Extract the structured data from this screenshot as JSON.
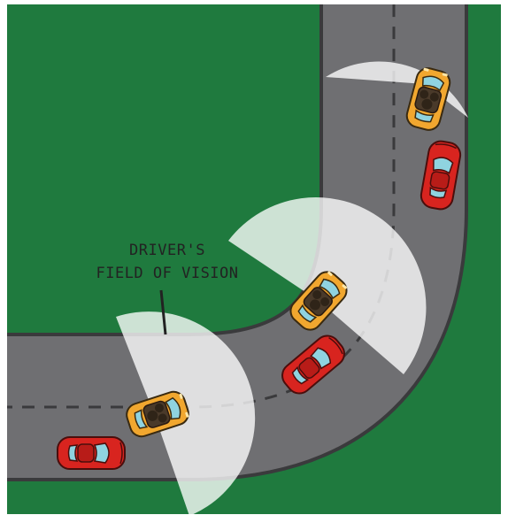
{
  "callout": {
    "line1": "DRIVER'S",
    "line2": "FIELD OF VISION"
  },
  "colors": {
    "grass": "#1f7a3e",
    "road": "#6f6f72",
    "road_edge": "#3a3a3c",
    "lane_line": "#3a3a3c",
    "vision_cone": "#ffffff",
    "yellow_car": "#f1a72f",
    "red_car": "#d8241f",
    "window": "#8fd3e0"
  },
  "cars": [
    {
      "name": "yellow-car-top",
      "color_key": "yellow_car"
    },
    {
      "name": "red-car-top",
      "color_key": "red_car"
    },
    {
      "name": "yellow-car-middle",
      "color_key": "yellow_car"
    },
    {
      "name": "red-car-middle",
      "color_key": "red_car"
    },
    {
      "name": "yellow-car-bottom",
      "color_key": "yellow_car"
    },
    {
      "name": "red-car-bottom",
      "color_key": "red_car"
    }
  ]
}
